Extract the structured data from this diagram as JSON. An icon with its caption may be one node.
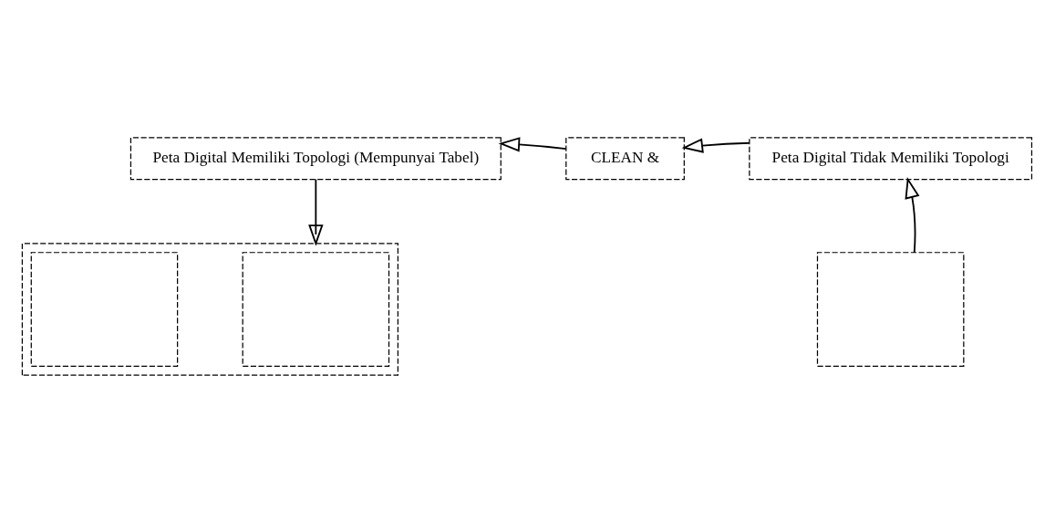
{
  "diagram": {
    "nodes": [
      {
        "text": [
          "Peta Digital Memiliki Topologi (Mempunyai Tabel)"
        ]
      },
      {
        "text": [
          "CLEAN &"
        ]
      },
      {
        "text": [
          "Peta Digital Tidak Memiliki Topologi"
        ]
      },
      {
        "text": [],
        "shape": "box"
      },
      {
        "text": [],
        "shape": "box",
        "in": 3
      },
      {
        "text": [],
        "shape": "box",
        "in": 3
      },
      {
        "text": [],
        "shape": "box"
      }
    ],
    "edges": [
      {
        "from": 2,
        "to": 1,
        "arrow": "to"
      },
      {
        "from": 1,
        "to": 0,
        "arrow": "to"
      },
      {
        "from": 0,
        "to": 3,
        "arrow": "to"
      },
      {
        "from": 6,
        "to": 2,
        "arrow": "to"
      }
    ]
  }
}
